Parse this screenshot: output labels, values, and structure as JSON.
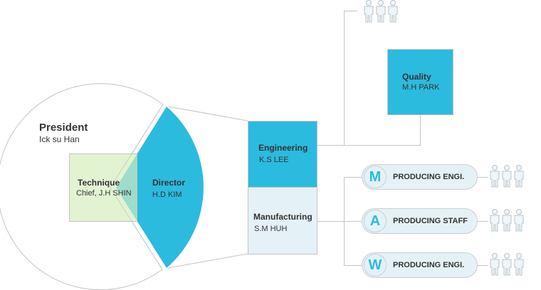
{
  "colors": {
    "accent": "#2bbbdf",
    "technique_fill": "#e2f2d2",
    "manufacturing_fill": "#e4f2f8",
    "line": "#c4c4c4"
  },
  "president": {
    "title": "President",
    "name": "Ick su Han"
  },
  "technique": {
    "title": "Technique",
    "name": "Chief, J.H SHIN"
  },
  "director": {
    "title": "Director",
    "name": "H.D KIM"
  },
  "engineering": {
    "title": "Engineering",
    "name": "K.S LEE"
  },
  "manufacturing": {
    "title": "Manufacturing",
    "name": "S.M HUH"
  },
  "quality": {
    "title": "Quality",
    "name": "M.H PARK"
  },
  "teams": [
    {
      "letter": "M",
      "label": "PRODUCING ENGI.",
      "icon": "people-group-icon"
    },
    {
      "letter": "A",
      "label": "PRODUCING STAFF",
      "icon": "people-group-icon"
    },
    {
      "letter": "W",
      "label": "PRODUCING ENGI.",
      "icon": "people-group-icon"
    }
  ],
  "engineering_staff_icon": "people-group-icon"
}
